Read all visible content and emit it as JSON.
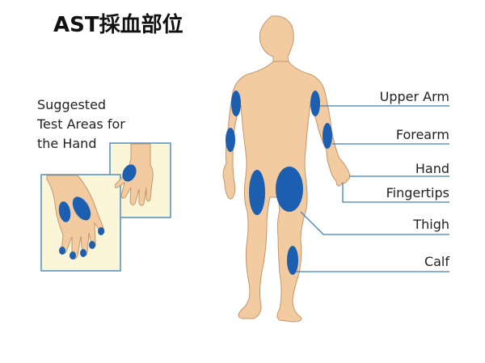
{
  "title": "AST採血部位",
  "hand_caption": [
    "Suggested",
    "Test Areas for",
    "the Hand"
  ],
  "sites": [
    {
      "id": "upper-arm",
      "label": "Upper Arm"
    },
    {
      "id": "forearm",
      "label": "Forearm"
    },
    {
      "id": "hand",
      "label": "Hand"
    },
    {
      "id": "fingertips",
      "label": "Fingertips"
    },
    {
      "id": "thigh",
      "label": "Thigh"
    },
    {
      "id": "calf",
      "label": "Calf"
    }
  ],
  "colors": {
    "skin": "#f2cba1",
    "skin_outline": "#c4956c",
    "spot": "#1c5fb0",
    "panel_fill": "#fcf6d9",
    "panel_border": "#4f8fbf",
    "leader_line": "#3f7fb5"
  }
}
